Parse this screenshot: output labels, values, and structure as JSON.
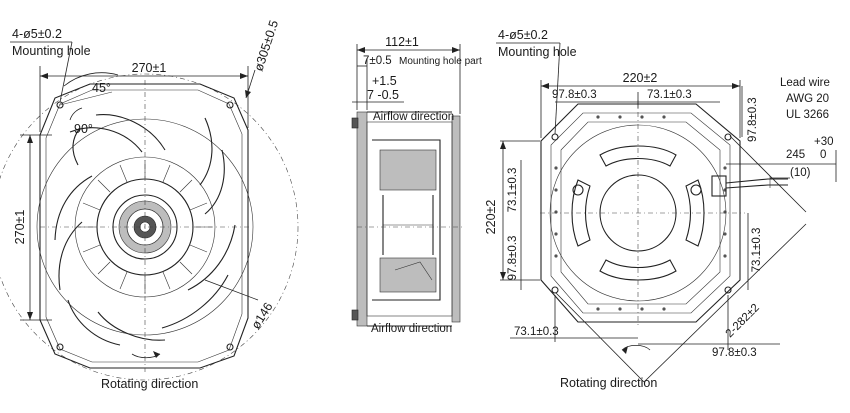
{
  "front_view": {
    "mounting_hole_qty": "4-ø5±0.2",
    "mounting_hole_label": "Mounting hole",
    "width_dim": "270±1",
    "height_dim": "270±1",
    "outer_diameter": "ø305±0.5",
    "hub_diameter": "ø146",
    "angle_45": "45°",
    "angle_90": "90°",
    "rotation_label": "Rotating direction"
  },
  "side_view": {
    "depth_dim": "112±1",
    "hole_part_dim": "7±0.5",
    "hole_part_label": "Mounting hole part",
    "tol_upper": "+1.5",
    "tol_lower": "7 -0.5",
    "airflow_top": "Airflow direction",
    "airflow_bottom": "Airflow direction"
  },
  "rear_view": {
    "mounting_hole_qty": "4-ø5±0.2",
    "mounting_hole_label": "Mounting hole",
    "width_dim": "220±2",
    "top_left_pitch": "97.8±0.3",
    "top_right_pitch": "73.1±0.3",
    "right_top_pitch": "97.8±0.3",
    "left_height": "220±2",
    "left_inner": "73.1±0.3",
    "left_lower": "97.8±0.3",
    "right_pitch": "73.1±0.3",
    "bottom_left_pitch": "73.1±0.3",
    "bottom_right_pitch": "97.8±0.3",
    "diagonal": "2-282±2",
    "lead_wire_title": "Lead wire",
    "lead_wire_awg": "AWG 20",
    "lead_wire_ul": "UL 3266",
    "lead_length": "245",
    "lead_tol_upper": "+30",
    "lead_tol_lower": "0",
    "strip_length": "(10)",
    "rotation_label": "Rotating direction"
  }
}
